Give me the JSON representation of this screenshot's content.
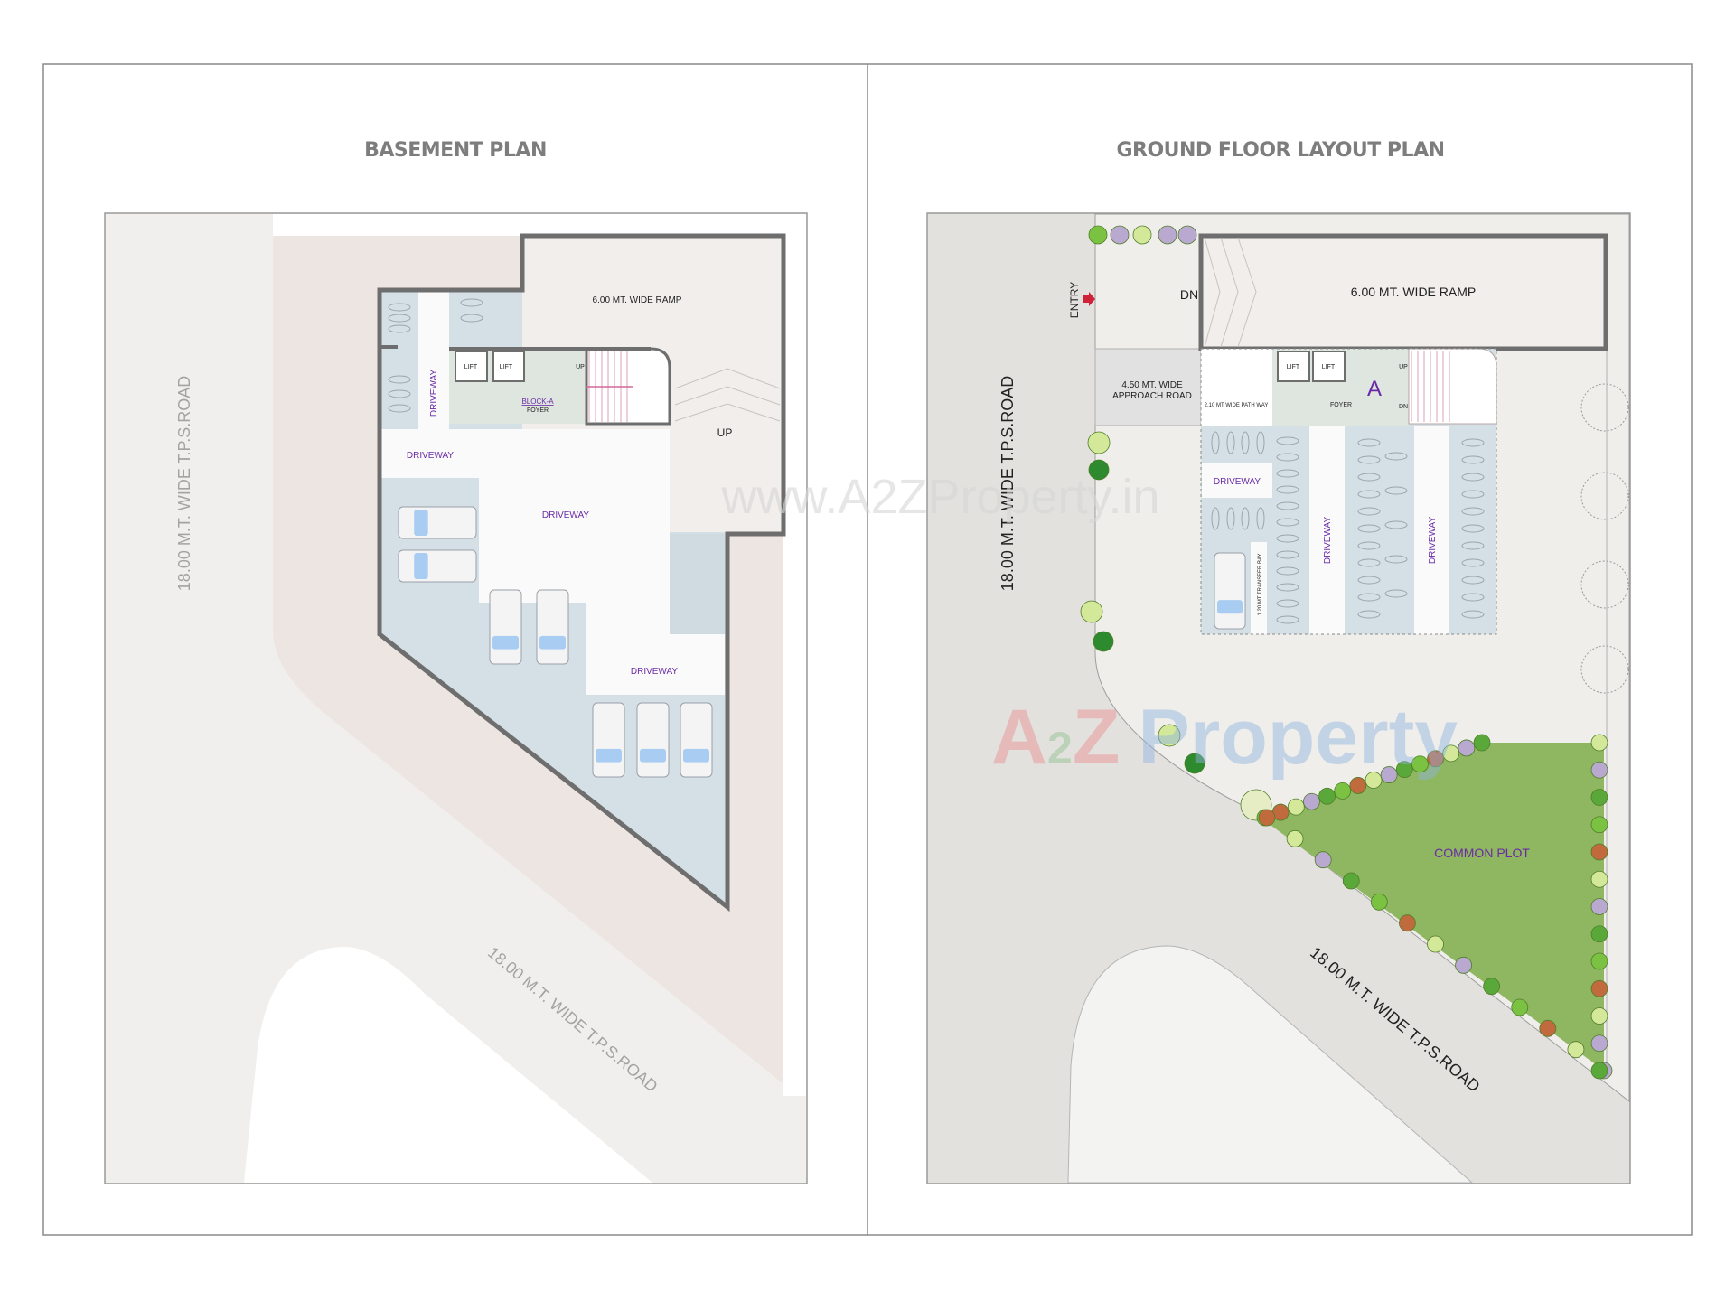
{
  "basement": {
    "title": "BASEMENT PLAN",
    "road_left": "18.00 M.T. WIDE T.P.S.ROAD",
    "road_diagonal": "18.00 M.T. WIDE T.P.S.ROAD",
    "ramp": "6.00 MT. WIDE RAMP",
    "lift_1": "LIFT",
    "lift_2": "LIFT",
    "stair_up": "UP",
    "block": "BLOCK-A",
    "foyer": "FOYER",
    "ramp_up": "UP",
    "driveway_vertical": "DRIVEWAY",
    "driveway_1": "DRIVEWAY",
    "driveway_2": "DRIVEWAY",
    "driveway_3": "DRIVEWAY"
  },
  "ground_floor": {
    "title": "GROUND FLOOR LAYOUT PLAN",
    "road_left": "18.00 M.T. WIDE T.P.S.ROAD",
    "road_diagonal": "18.00 M.T. WIDE T.P.S.ROAD",
    "entry": "ENTRY",
    "ramp_dn": "DN",
    "ramp": "6.00 MT. WIDE RAMP",
    "approach_line1": "4.50 MT. WIDE",
    "approach_line2": "APPROACH ROAD",
    "pathway": "2.10 MT WIDE  PATH WAY",
    "lift_1": "LIFT",
    "lift_2": "LIFT",
    "block": "A",
    "foyer": "FOYER",
    "stair_up": "UP",
    "stair_dn": "DN",
    "driveway_1": "DRIVEWAY",
    "driveway_2": "DRIVEWAY",
    "driveway_3": "DRIVEWAY",
    "transfer_bay": "1.20 MT TRANSFER BAY",
    "common_plot": "COMMON PLOT"
  },
  "watermarks": {
    "url": "www.A2ZProperty.in",
    "logo_a": "A",
    "logo_2": "2",
    "logo_z": "Z",
    "logo_property": "Property"
  },
  "colors": {
    "label_purple": "#6a2aa6",
    "parking": "#d5e0e6",
    "common_plot": "#8fb660",
    "wall": "#6e6e6e"
  }
}
